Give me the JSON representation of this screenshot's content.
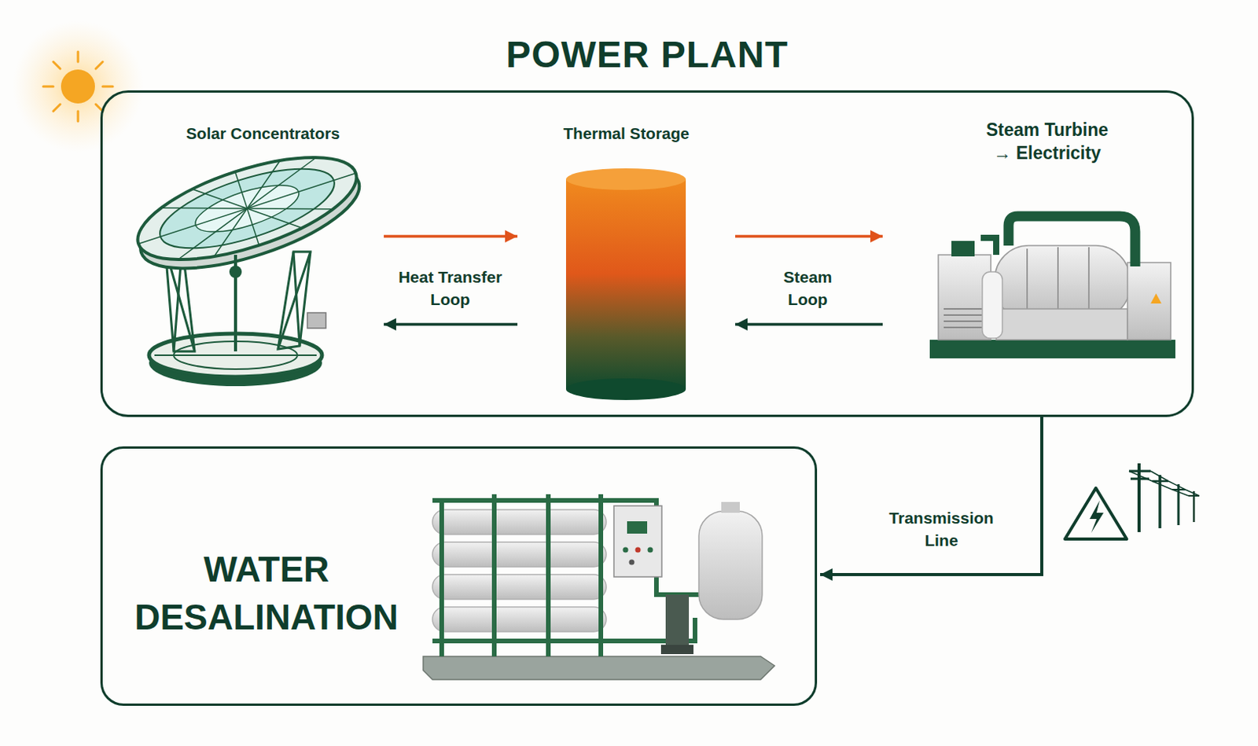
{
  "diagram": {
    "nodes": [
      {
        "text": [
          "POWER PLANT"
        ]
      },
      {
        "text": [
          "Solar Concentrators"
        ],
        "in": 0
      },
      {
        "text": [
          "Thermal Storage"
        ],
        "in": 0
      },
      {
        "text": [
          "Steam Turbine → Electricity"
        ],
        "in": 0
      },
      {
        "text": [
          "WATER DESALINATION"
        ]
      }
    ],
    "edges": [
      {
        "from": 1,
        "to": 2,
        "arrow": "to",
        "label": "Heat Transfer Loop"
      },
      {
        "from": 2,
        "to": 1,
        "arrow": "to"
      },
      {
        "from": 2,
        "to": 3,
        "arrow": "to",
        "label": "Steam Loop"
      },
      {
        "from": 3,
        "to": 2,
        "arrow": "to"
      },
      {
        "from": 0,
        "to": 4,
        "arrow": "to",
        "label": "Transmission Line"
      }
    ]
  }
}
